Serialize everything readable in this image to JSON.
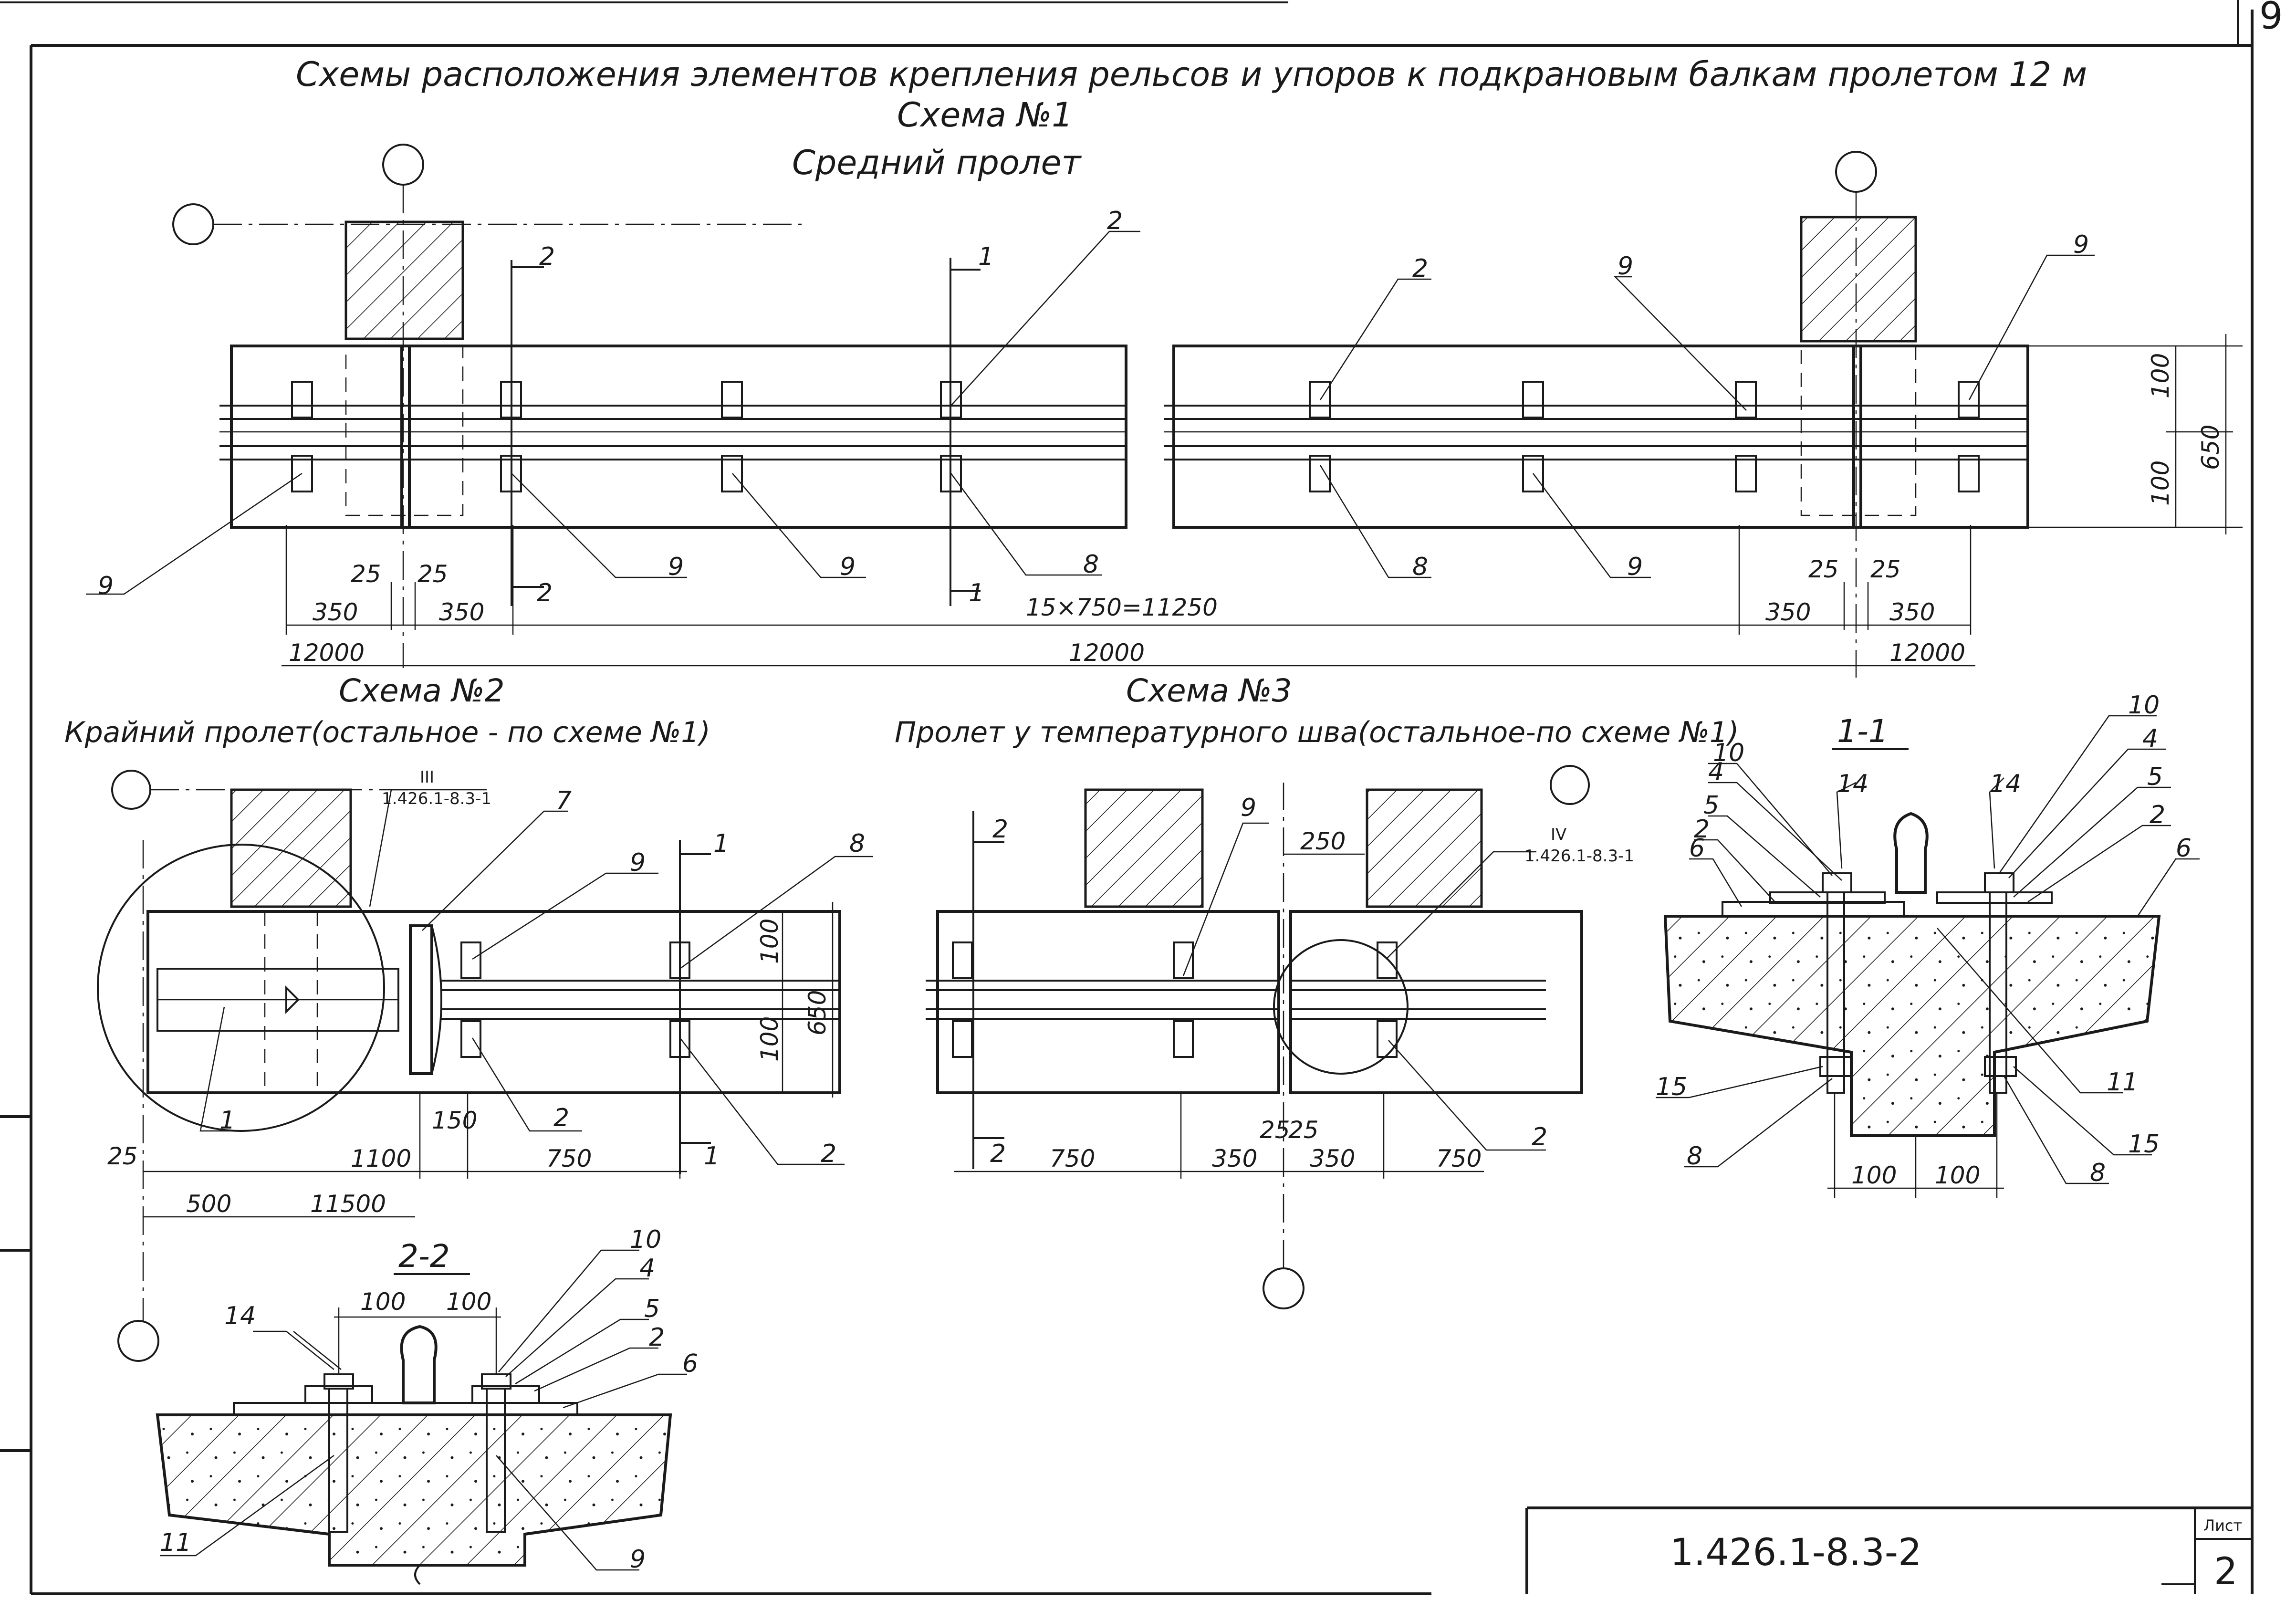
{
  "title": "Схемы расположения элементов крепления рельсов и упоров к подкрановым балкам пролетом 12 м",
  "scheme1": {
    "heading": "Схема №1",
    "subtitle": "Средний пролет",
    "dim_350_a": "350",
    "dim_25_a": "25",
    "dim_25_b": "25",
    "dim_350_b": "350",
    "dim_total_pitch": "15×750=11250",
    "dim_350_c": "350",
    "dim_25_c": "25",
    "dim_25_d": "25",
    "dim_350_d": "350",
    "dim_12000_left": "12000",
    "dim_12000_mid": "12000",
    "dim_12000_right": "12000",
    "dim_100_top": "100",
    "dim_100_bot": "100",
    "dim_650": "650",
    "section_1": "1",
    "section_2": "2",
    "callouts": {
      "c2a": "2",
      "c2b": "2",
      "c9a": "9",
      "c9b": "9",
      "c9c": "9",
      "c9d": "9",
      "c9e": "9",
      "c9f": "9",
      "c8a": "8",
      "c8b": "8"
    }
  },
  "scheme2": {
    "heading": "Схема №2",
    "subtitle": "Крайний пролет(остальное - по схеме №1)",
    "ref_mark": "III",
    "ref_code": "1.426.1-8.3-1",
    "dim_25": "25",
    "dim_1100": "1100",
    "dim_750": "750",
    "dim_150": "150",
    "dim_500": "500",
    "dim_11500": "11500",
    "dim_100_top": "100",
    "dim_100_bot": "100",
    "dim_650": "650",
    "section_1": "1",
    "callouts": {
      "c1": "1",
      "c2a": "2",
      "c2b": "2",
      "c7": "7",
      "c8": "8",
      "c9": "9"
    }
  },
  "scheme3": {
    "heading": "Схема №3",
    "subtitle": "Пролет у температурного шва(остальное-по схеме №1)",
    "ref_mark": "IV",
    "ref_code": "1.426.1-8.3-1",
    "dim_250": "250",
    "dim_750_a": "750",
    "dim_350_a": "350",
    "dim_25_a": "25",
    "dim_25_b": "25",
    "dim_350_b": "350",
    "dim_750_b": "750",
    "section_2": "2",
    "callouts": {
      "c9": "9",
      "c2": "2"
    }
  },
  "section_1_1": {
    "heading": "1-1",
    "dim_100_a": "100",
    "dim_100_b": "100",
    "callouts": {
      "c10a": "10",
      "c4a": "4",
      "c5a": "5",
      "c2a": "2",
      "c6a": "6",
      "c14a": "14",
      "c14b": "14",
      "c10b": "10",
      "c4b": "4",
      "c5b": "5",
      "c2b": "2",
      "c6b": "6",
      "c15a": "15",
      "c8a": "8",
      "c11": "11",
      "c15b": "15",
      "c8b": "8"
    }
  },
  "section_2_2": {
    "heading": "2-2",
    "dim_100_a": "100",
    "dim_100_b": "100",
    "callouts": {
      "c14": "14",
      "c10": "10",
      "c4": "4",
      "c5": "5",
      "c2": "2",
      "c6": "6",
      "c11": "11",
      "c9": "9"
    }
  },
  "title_block": {
    "doc_code": "1.426.1-8.3-2",
    "sheet_label": "Лист",
    "sheet_number": "2",
    "corner_number": "9"
  }
}
